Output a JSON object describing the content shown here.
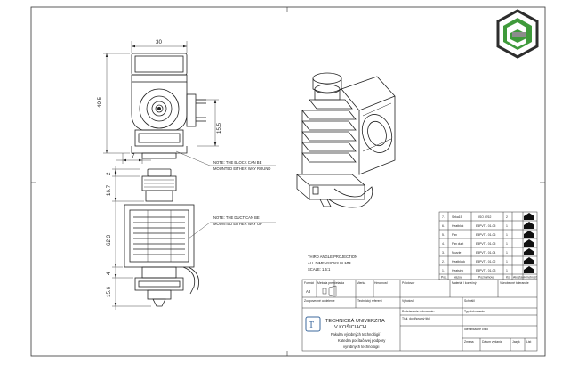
{
  "dimensions": {
    "width_top": "30",
    "height_side": "40.5",
    "height_conn": "15.5",
    "bottom_left": "7",
    "top_small": "2",
    "upper": "16.7",
    "main": "62.3",
    "mid": "4",
    "low": "15.6"
  },
  "notes": {
    "block_line1": "NOTE: THE BLOCK CAN BE",
    "block_line2": "MOUNTED EITHER WAY ROUND",
    "duct_line1": "NOTE: THE DUCT CAN BE",
    "duct_line2": "MOUNTED EITHER WAY UP"
  },
  "projection": {
    "line1": "THIRD ANGLE PROJECTION",
    "line2": "ALL DIMENSIONS IN MM",
    "line3": "SCALE: 1.5:1"
  },
  "bom": {
    "rows": [
      {
        "num": "7.",
        "name": "Sirka15",
        "part": "ISO 4762",
        "qty": "2"
      },
      {
        "num": "6.",
        "name": "Heatblok",
        "part": "E3PVT - 01-05",
        "qty": "1"
      },
      {
        "num": "5.",
        "name": "Fan",
        "part": "E3PVT - 01-06",
        "qty": "1"
      },
      {
        "num": "4.",
        "name": "Fan duct",
        "part": "E3PVT - 01-05",
        "qty": "1"
      },
      {
        "num": "3.",
        "name": "Nozzle",
        "part": "E3PVT - 01-04",
        "qty": "1"
      },
      {
        "num": "2.",
        "name": "Heatblock",
        "part": "E3PVT - 01-02",
        "qty": "1"
      },
      {
        "num": "1.",
        "name": "Heatsink",
        "part": "E3PVT - 01-03",
        "qty": "1"
      }
    ],
    "header": {
      "c1": "Poz.",
      "c2": "Nazov",
      "c3": "Poznámova",
      "c4": "Ks",
      "c5": "Akoztav",
      "c6": "Hmotnosť"
    }
  },
  "title_block": {
    "row1": {
      "format": "Formát",
      "mierka": "Metoda premietania",
      "hmotnost": "Hmotnosť",
      "mierka2": "Mierka",
      "polotovar": "Polotovar",
      "material": "Materiál / konečný",
      "tolerancie": "Všeobecné tolerancie"
    },
    "format_value": "A3",
    "zodpovedny": "Zodpovedné oddelenie",
    "technicky": "Technický referent",
    "vyhotovil": "Vyhotovil",
    "schvalil": "Schválil",
    "university_line1": "TECHNICKÁ UNIVERZITA",
    "university_line2": "V KOŠICIACH",
    "faculty": "Fakulta výrobných technológií",
    "department1": "Katedra počítačovej podpory",
    "department2": "výrobných technológií",
    "podstavenie": "Podstavenie dokumentu",
    "typ": "Typ dokumentu",
    "titul": "Titul, doplňovaný titul",
    "identifikacne": "Identifikačné číslo",
    "zmena": "Zmena",
    "datum": "Dátum vydania",
    "jazyk": "Jazyk",
    "list": "List"
  },
  "colors": {
    "logo_dark": "#2d2d2d",
    "logo_green": "#3f9a3b",
    "logo_grey": "#8c8c8c"
  }
}
